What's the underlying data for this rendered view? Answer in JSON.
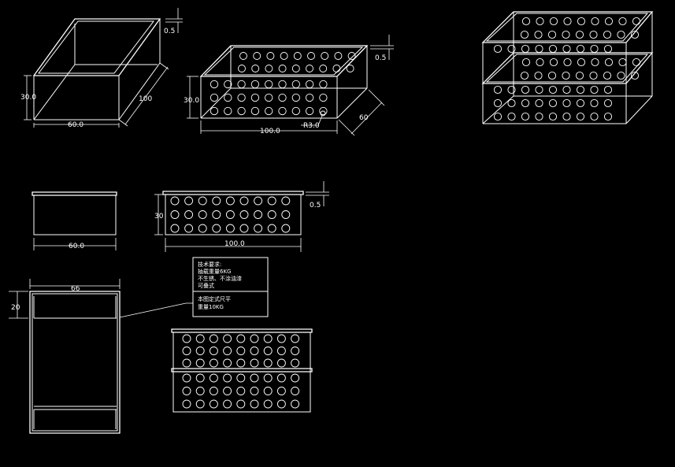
{
  "dimensions": {
    "plain_iso": {
      "thickness": "0.5",
      "height": "30.0",
      "width": "60.0",
      "depth": "100"
    },
    "perf_iso": {
      "thickness": "0.5",
      "height": "30.0",
      "length": "100.0",
      "radius": "R3.0",
      "depth": "60"
    },
    "plain_front": {
      "width": "60.0"
    },
    "perf_front": {
      "height": "30",
      "length": "100.0",
      "thickness": "0.5"
    },
    "side_view": {
      "width": "66",
      "height": "20"
    }
  },
  "notes": {
    "lines": [
      "技术要求:",
      "抽载重量6KG",
      "不生锈、不涂油漆",
      "可叠式"
    ],
    "lines2": [
      "本图定式尺平",
      "重量10KG"
    ]
  }
}
